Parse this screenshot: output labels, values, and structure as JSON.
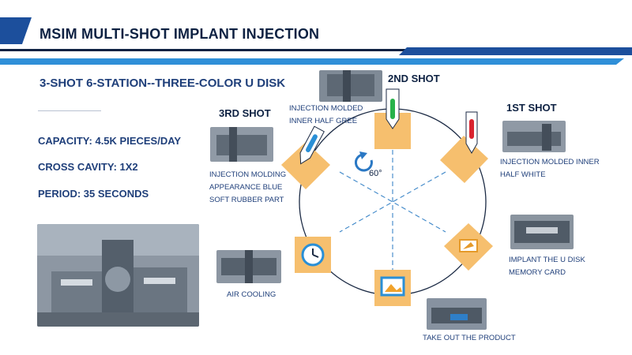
{
  "header": {
    "title": "MSIM MULTI-SHOT IMPLANT INJECTION"
  },
  "left": {
    "subtitle": "3-SHOT 6-STATION--THREE-COLOR U DISK",
    "specs": [
      "CAPACITY: 4.5K PIECES/DAY",
      "CROSS CAVITY: 1X2",
      "PERIOD: 35 SECONDS"
    ]
  },
  "diagram": {
    "rotation_label": "60°",
    "shots": {
      "second": "2ND SHOT",
      "first": "1ST SHOT",
      "third": "3RD SHOT"
    },
    "captions": {
      "second": [
        "INJECTION MOLDED",
        "INNER HALF GREE"
      ],
      "first": [
        "INJECTION MOLDED INNER",
        "HALF WHITE"
      ],
      "third": [
        "INJECTION MOLDING",
        "APPEARANCE BLUE",
        "SOFT RUBBER PART"
      ],
      "implant": [
        "IMPLANT THE U DISK",
        "MEMORY CARD"
      ],
      "take_out": [
        "TAKE OUT THE PRODUCT"
      ],
      "air_cooling": [
        "AIR COOLING"
      ]
    }
  },
  "colors": {
    "navy": "#0d2142",
    "blue": "#1c4f9c",
    "light_blue": "#2f8fd8",
    "station_orange": "#f6bf6e",
    "nozzle_green": "#27b24a",
    "nozzle_red": "#d9232f",
    "nozzle_blue": "#2a8fd6"
  }
}
